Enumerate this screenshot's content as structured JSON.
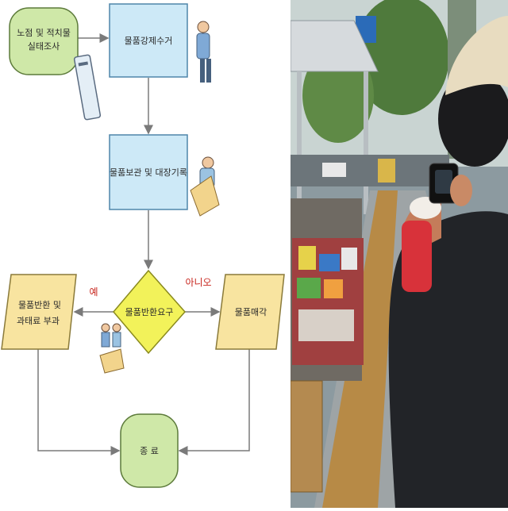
{
  "flowchart": {
    "start_label_line1": "노점 및 적치물",
    "start_label_line2": "실태조사",
    "step1_label": "물품강제수거",
    "step2_label": "물품보관 및 대장기록",
    "decision_label": "물품반환요구",
    "yes_label": "예",
    "no_label": "아니오",
    "return_label_line1": "물품반환 및",
    "return_label_line2": "과태료 부과",
    "sell_label": "물품매각",
    "end_label": "종 료"
  },
  "colors": {
    "terminal_fill": "#cfe8a8",
    "process_fill": "#cde9f7",
    "decision_fill": "#f2f25a",
    "side_fill": "#f8e4a0",
    "arrow": "#7a7a7a",
    "decision_text": "#c8261e"
  }
}
